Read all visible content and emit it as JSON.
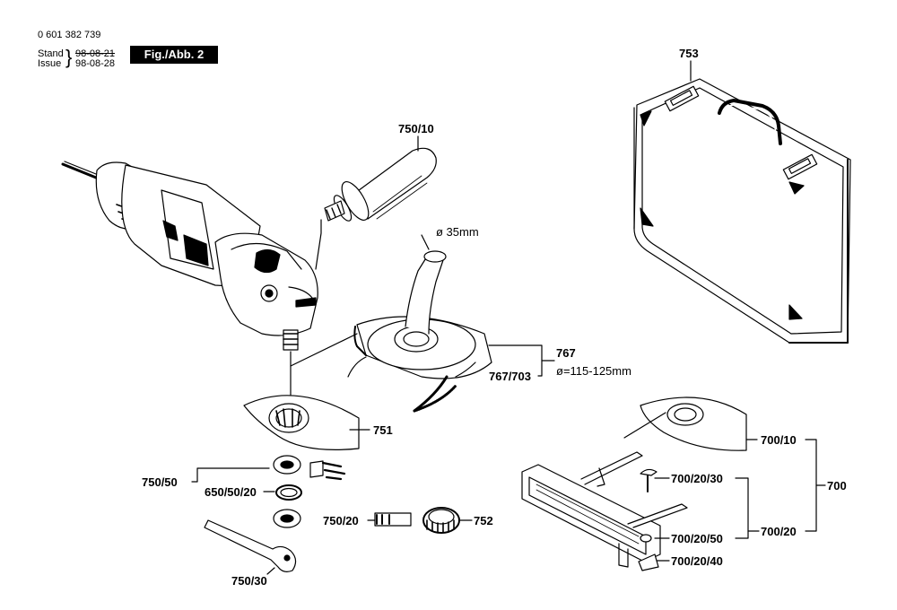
{
  "header": {
    "part_number": "0 601 382 739",
    "stand_label": "Stand",
    "issue_label": "Issue",
    "stand_date": "98-08-21",
    "issue_date": "98-08-28",
    "figure": "Fig./Abb. 2"
  },
  "labels": {
    "p753": "753",
    "p750_10": "750/10",
    "dia35": "ø 35mm",
    "p767": "767",
    "p767_703": "767/703",
    "dia115": "ø=115-125mm",
    "p751": "751",
    "p750_50": "750/50",
    "p650_50_20": "650/50/20",
    "p750_20": "750/20",
    "p752": "752",
    "p750_30": "750/30",
    "p700_10": "700/10",
    "p700": "700",
    "p700_20_30": "700/20/30",
    "p700_20_50": "700/20/50",
    "p700_20": "700/20",
    "p700_20_40": "700/20/40"
  }
}
